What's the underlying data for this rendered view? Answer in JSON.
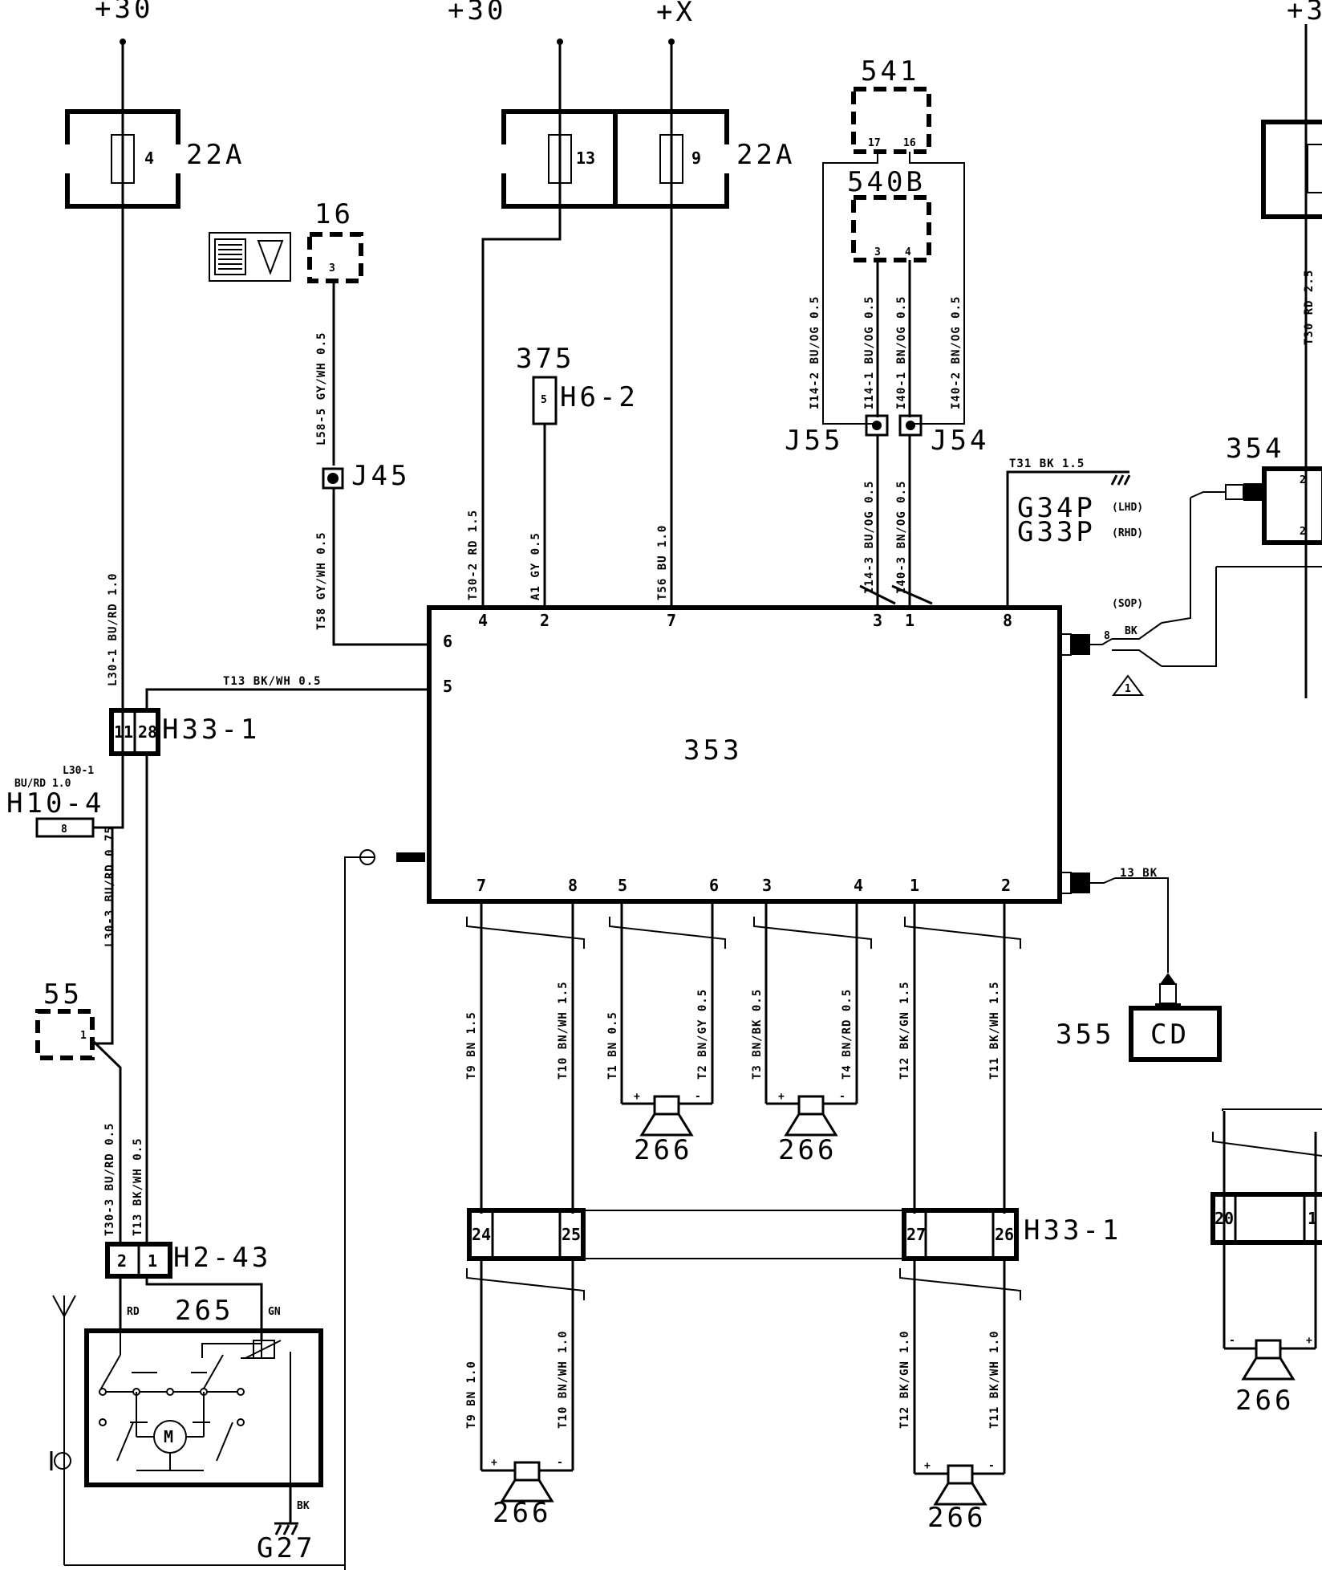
{
  "supplies": {
    "p30a": "+30",
    "p30b": "+30",
    "px": "+X",
    "p30c": "+3"
  },
  "components": {
    "c22a_left": "22A",
    "c22a_mid": "22A",
    "c16": "16",
    "c375": "375",
    "h6_2": "H6-2",
    "c541": "541",
    "c540b": "540B",
    "j55": "J55",
    "j54": "J54",
    "j45": "J45",
    "c354": "354",
    "g34p": "G34P",
    "lhd": "(LHD)",
    "g33p": "G33P",
    "rhd": "(RHD)",
    "sop": "(SOP)",
    "bk": "BK",
    "t31": "T31 BK 1.5",
    "c353": "353",
    "h33_1_top": "H33-1",
    "h33_1_bot": "H33-1",
    "h10_4": "H10-4",
    "l30_1": "L30-1",
    "bu_rd": "BU/RD 1.0",
    "c55": "55",
    "h2_43": "H2-43",
    "c265": "265",
    "rd": "RD",
    "gn": "GN",
    "g27": "G27",
    "bk2": "BK",
    "c355": "355",
    "cd": "CD",
    "bk13": "13 BK",
    "spk": "266",
    "t13top": "T13 BK/WH 0.5"
  },
  "fuses": {
    "f4": "4",
    "f13": "13",
    "f9": "9"
  },
  "pins": {
    "p541a": "17",
    "p541b": "16",
    "p540a": "3",
    "p540b": "4",
    "p16": "3",
    "p375": "5",
    "top6": "6",
    "top4": "4",
    "top2": "2",
    "top7": "7",
    "top3": "3",
    "top1": "1",
    "top8": "8",
    "left5": "5",
    "b7": "7",
    "b8": "8",
    "b5": "5",
    "b6": "6",
    "b3": "3",
    "b4": "4",
    "b1": "1",
    "b2": "2",
    "h11": "11",
    "h28": "28",
    "h10": "8",
    "h55": "1",
    "h2a": "2",
    "h2b": "1",
    "r8": "8",
    "c354a": "2",
    "c354b": "2",
    "tri": "1",
    "c24": "24",
    "c25": "25",
    "c27": "27",
    "c26": "26",
    "c20": "20",
    "c15": "1"
  },
  "wires": {
    "l30_1": "L30-1 BU/RD 1.0",
    "l30_3": "L30-3 BU/RD 0.75",
    "t30_3": "T30-3 BU/RD 0.5",
    "t13": "T13 BK/WH 0.5",
    "l58_5": "L58-5 GY/WH 0.5",
    "t58": "T58 GY/WH 0.5",
    "t30_2": "T30-2 RD 1.5",
    "a1": "A1 GY 0.5",
    "t56": "T56 BU 1.0",
    "i14_2": "I14-2 BU/OG 0.5",
    "i14_1": "I14-1 BU/OG 0.5",
    "i40_1": "I40-1 BN/OG 0.5",
    "i40_2": "I40-2 BN/OG 0.5",
    "i14_3": "I14-3 BU/OG 0.5",
    "i40_3": "I40-3 BN/OG 0.5",
    "t30rd": "T30 RD 2.5",
    "t9a": "T9 BN 1.5",
    "t10a": "T10 BN/WH 1.5",
    "t1": "T1 BN 0.5",
    "t2": "T2 BN/GY 0.5",
    "t3": "T3 BN/BK 0.5",
    "t4": "T4 BN/RD 0.5",
    "t12a": "T12 BK/GN 1.5",
    "t11a": "T11 BK/WH 1.5",
    "t9b": "T9 BN 1.0",
    "t10b": "T10 BN/WH 1.0",
    "t12b": "T12 BK/GN 1.0",
    "t11b": "T11 BK/WH 1.0"
  }
}
